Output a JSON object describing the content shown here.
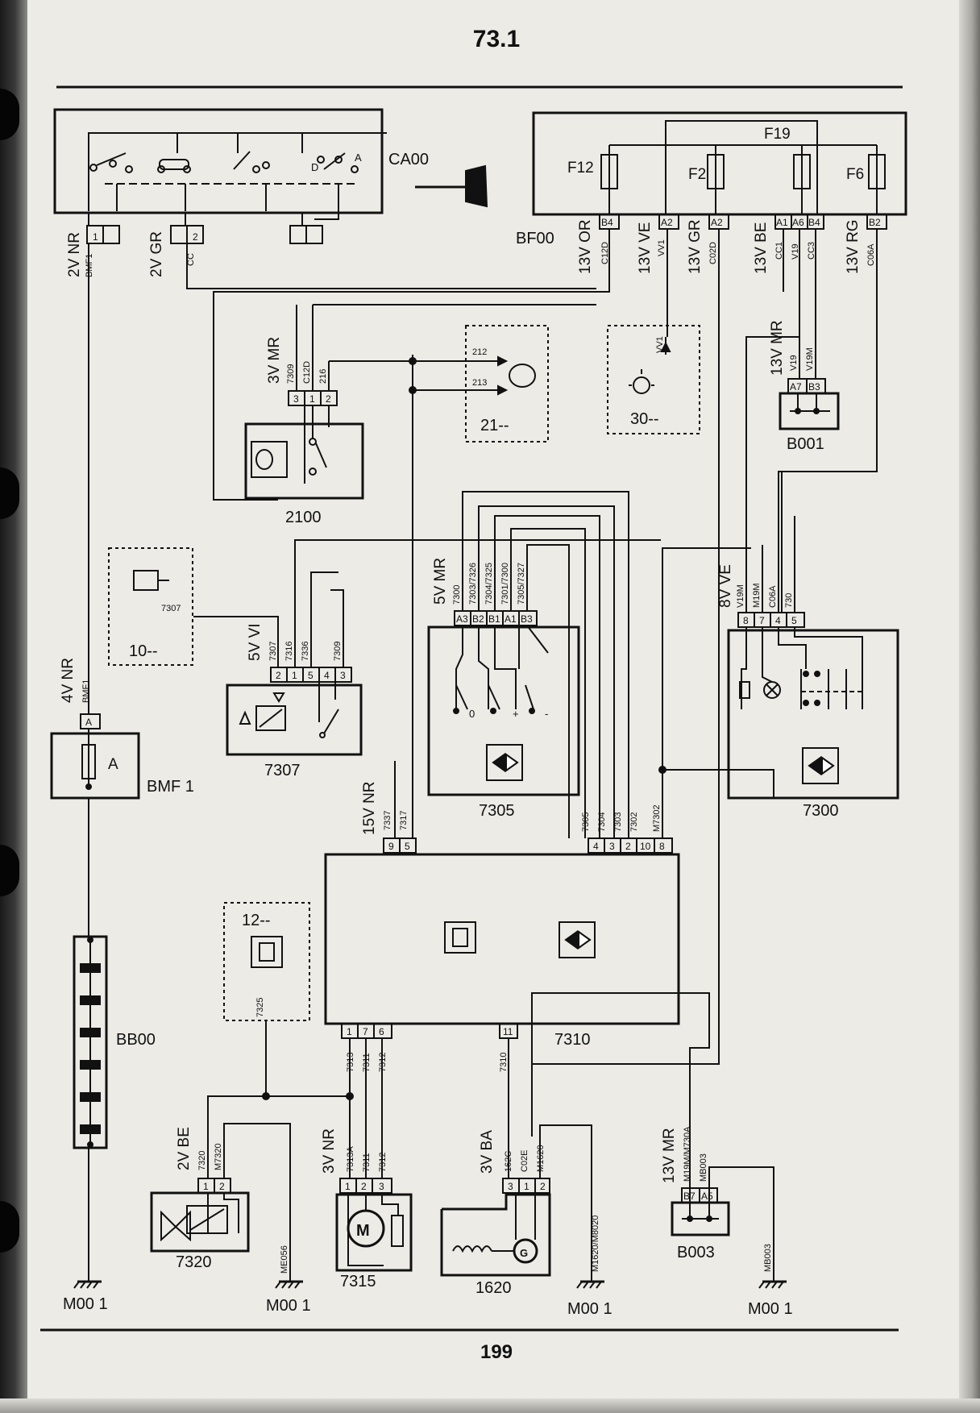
{
  "page": {
    "header_number": "73.1",
    "footer_number": "199"
  },
  "components": {
    "ca00": "CA00",
    "bf00": "BF00",
    "fuses": {
      "f12": "F12",
      "f2": "F2",
      "f19": "F19",
      "f6": "F6"
    },
    "bmf1_block": "BMF 1",
    "bmf1_pin": "A",
    "bb00": "BB00",
    "c2100": "2100",
    "c21": "21--",
    "c30": "30--",
    "b001": "B001",
    "c10": "10--",
    "c7307": "7307",
    "c7305": "7305",
    "c7300": "7300",
    "c7310": "7310",
    "c12": "12--",
    "c7320": "7320",
    "c7315": "7315",
    "c1620": "1620",
    "b003": "B003",
    "ground1": "M00 1",
    "ground2": "M00 1",
    "ground3": "M00 1",
    "ground4": "M00 1",
    "ignition_positions": {
      "d": "D",
      "a": "A"
    },
    "switch_symbols": {
      "zero": "0",
      "plus": "+",
      "minus": "-"
    }
  },
  "connectors": {
    "ca00_1": {
      "spec": "2V NR",
      "wire": "BMF1",
      "pins": [
        "1",
        ""
      ]
    },
    "ca00_2": {
      "spec": "2V GR",
      "wire": "CC",
      "pins": [
        "",
        "2"
      ]
    },
    "bf00_b4": {
      "spec": "13V OR",
      "wire": "C12D",
      "pin": "B4"
    },
    "bf00_a2a": {
      "spec": "13V VE",
      "wire": "VV1",
      "pin": "A2"
    },
    "bf00_a2b": {
      "spec": "13V GR",
      "wire": "C02D",
      "pin": "A2"
    },
    "bf00_a1": {
      "spec": "13V BE",
      "wires": [
        "CC1",
        "V19",
        "CC3"
      ],
      "pins": [
        "A1",
        "A6",
        "B4"
      ]
    },
    "bf00_b2": {
      "spec": "13V RG",
      "wire": "C06A",
      "pin": "B2"
    },
    "c2100": {
      "spec": "3V MR",
      "wires": [
        "7309",
        "C12D",
        "216"
      ],
      "pins": [
        "3",
        "1",
        "2"
      ]
    },
    "c21": {
      "wires": [
        "212",
        "213"
      ]
    },
    "c30": {
      "wire": "VV1"
    },
    "b001": {
      "spec": "13V MR",
      "wires": [
        "V19",
        "V19M"
      ],
      "pins": [
        "A7",
        "B3"
      ]
    },
    "c10": {
      "wire": "7307"
    },
    "c7307": {
      "spec": "5V VI",
      "wires": [
        "7307",
        "7316",
        "7336",
        "7309"
      ],
      "pins": [
        "2",
        "1",
        "5",
        "4",
        "3"
      ]
    },
    "c7305": {
      "spec": "5V MR",
      "wires": [
        "7300",
        "7303/7326",
        "7304/7325",
        "7301/7300",
        "7305/7327"
      ],
      "pins": [
        "A3",
        "B2",
        "B1",
        "A1",
        "B3"
      ]
    },
    "c7300": {
      "spec": "8V VE",
      "wires": [
        "V19M",
        "M19M",
        "C06A",
        "730"
      ],
      "pins": [
        "8",
        "7",
        "4",
        "5"
      ]
    },
    "bmf1": {
      "spec": "4V NR",
      "wire": "BMF1",
      "pin": "A"
    },
    "c7310_top_left": {
      "spec": "15V NR",
      "wires": [
        "7337",
        "7317"
      ],
      "pins": [
        "9",
        "5"
      ]
    },
    "c7310_top_right": {
      "wires": [
        "7305",
        "7304",
        "7303",
        "7302",
        "M7302"
      ],
      "pins": [
        "4",
        "3",
        "2",
        "10",
        "8"
      ]
    },
    "c7310_bottom_left": {
      "wires": [
        "7313",
        "7311",
        "7312"
      ],
      "pins": [
        "1",
        "7",
        "6"
      ]
    },
    "c7310_bottom_mid": {
      "wire": "7310",
      "pin": "11"
    },
    "c12": {
      "wire": "7325"
    },
    "c7320": {
      "spec": "2V BE",
      "wires": [
        "7320",
        "M7320"
      ],
      "pins": [
        "1",
        "2"
      ]
    },
    "c7315": {
      "spec": "3V NR",
      "wires": [
        "7313A",
        "7311",
        "7312"
      ],
      "pins": [
        "1",
        "2",
        "3"
      ]
    },
    "c1620": {
      "spec": "3V BA",
      "wires": [
        "162C",
        "C02E",
        "M1620"
      ],
      "pins": [
        "3",
        "1",
        "2"
      ]
    },
    "b003": {
      "spec": "13V MR",
      "wires": [
        "M19M/M730A",
        "MB003"
      ],
      "pins": [
        "B7",
        "A5"
      ]
    },
    "ground_wires": {
      "g2": "ME056",
      "g3": "M1620/M8020",
      "g4": "MB003"
    }
  }
}
